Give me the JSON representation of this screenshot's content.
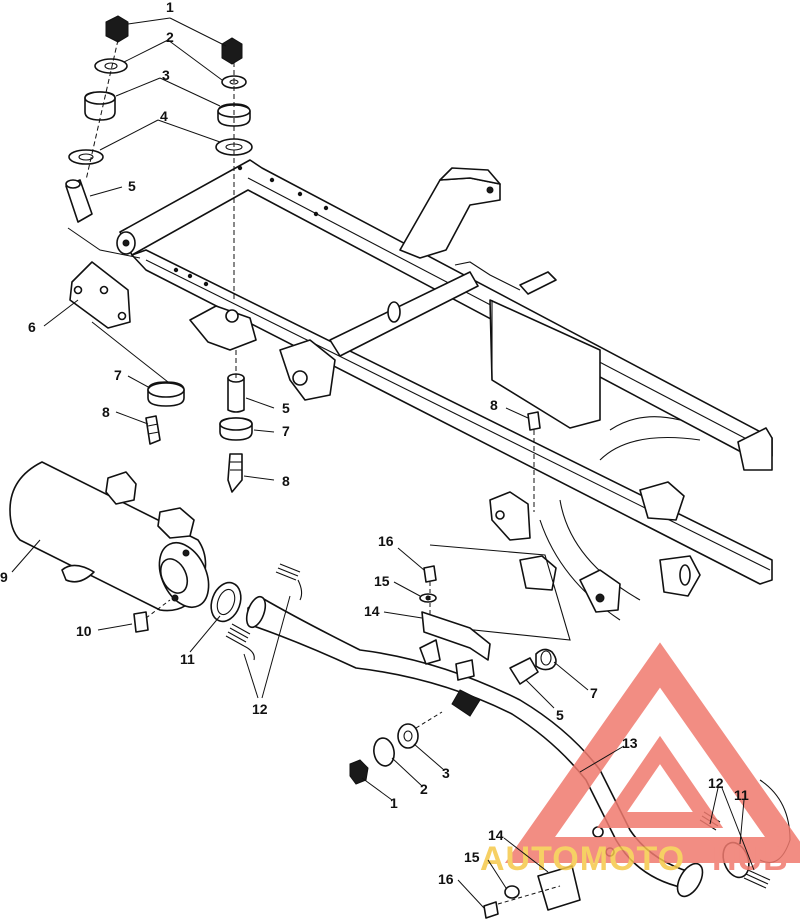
{
  "callouts": {
    "c1a": "1",
    "c2a": "2",
    "c3a": "3",
    "c4a": "4",
    "c5a": "5",
    "c6": "6",
    "c7a": "7",
    "c8a": "8",
    "c5b": "5",
    "c7b": "7",
    "c8b": "8",
    "c8c": "8",
    "c9": "9",
    "c10": "10",
    "c11a": "11",
    "c12a": "12",
    "c16a": "16",
    "c15a": "15",
    "c14a": "14",
    "c5c": "5",
    "c7c": "7",
    "c13": "13",
    "c1b": "1",
    "c2b": "2",
    "c3b": "3",
    "c12b": "12",
    "c11b": "11",
    "c14b": "14",
    "c15b": "15",
    "c16b": "16"
  },
  "watermark": {
    "part1": "AUTOMOTO",
    "part2": "HUB",
    "color_main": "#f07a6e",
    "color_accent": "#f5c84a"
  }
}
